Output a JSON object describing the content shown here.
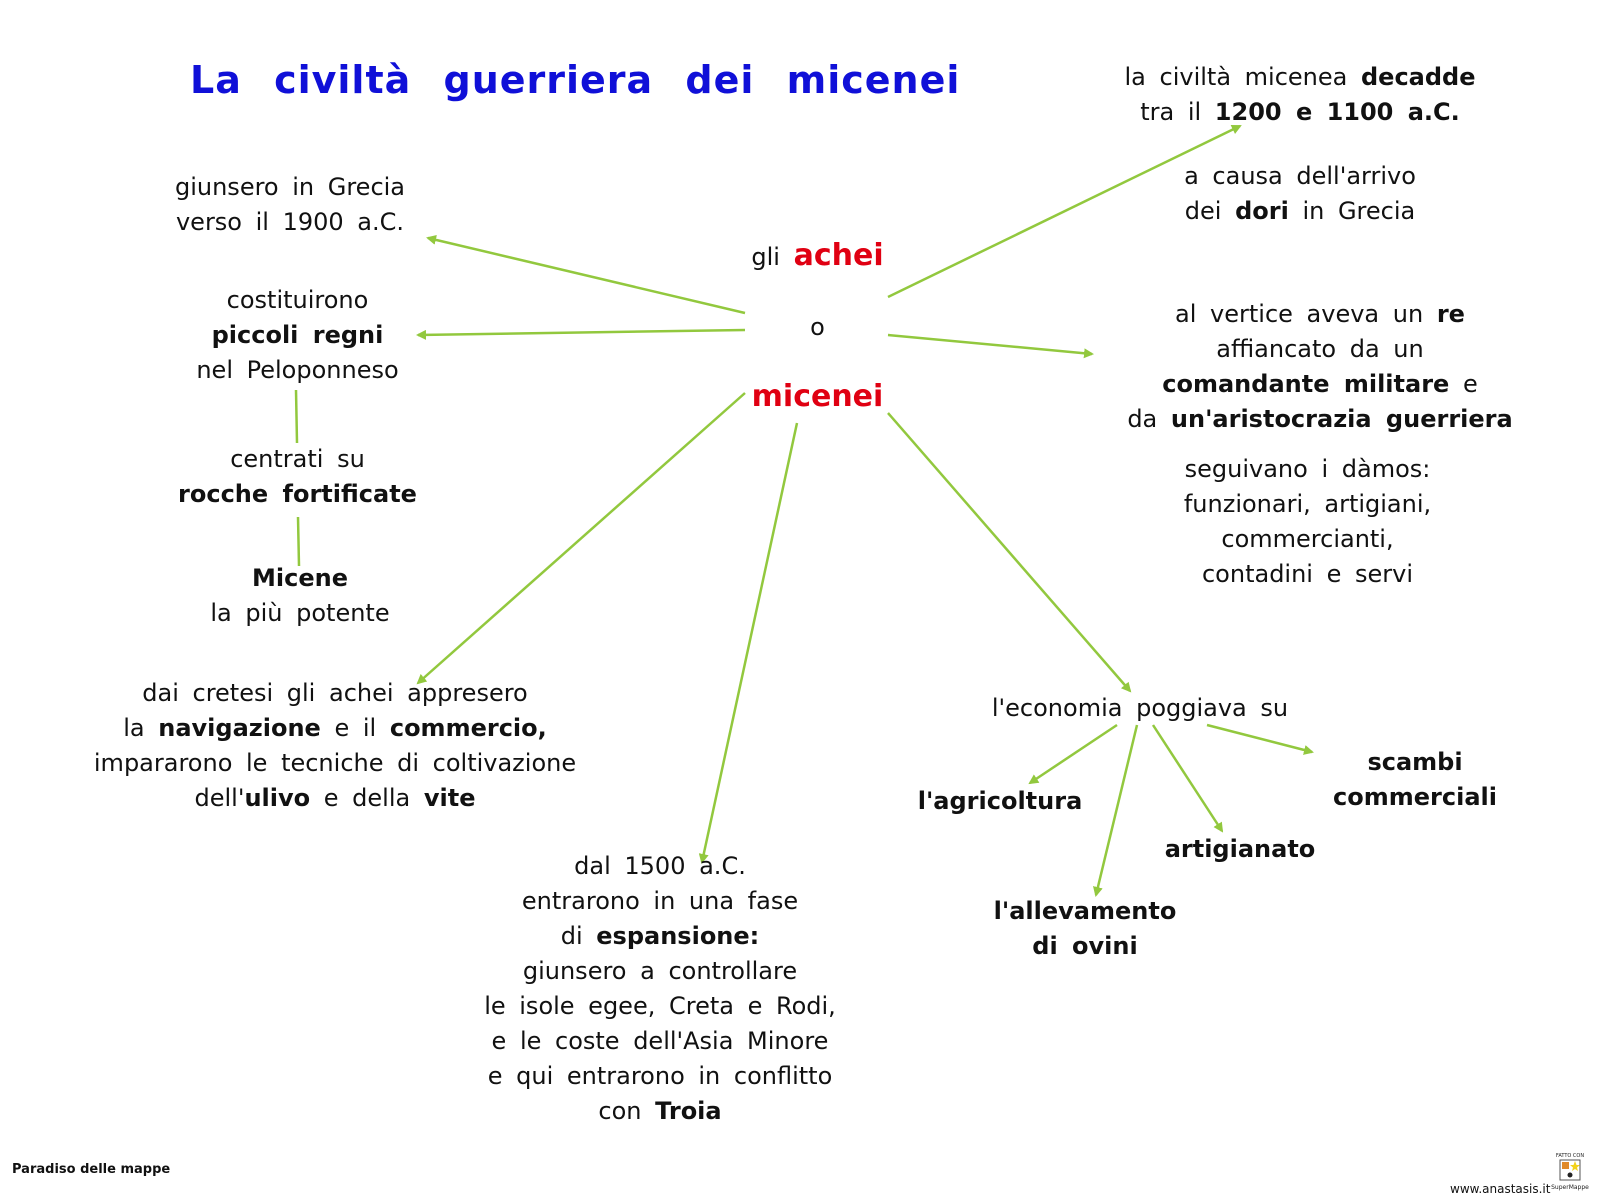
{
  "title": "La civiltà guerriera dei micenei",
  "center": {
    "prefix": "gli",
    "name1": "achei",
    "conj": "o",
    "name2": "micenei"
  },
  "nodes": {
    "arrival": {
      "lines": [
        "giunsero in Grecia",
        "verso il 1900 a.C."
      ]
    },
    "kingdoms": {
      "l1": "costituirono",
      "l2": "piccoli regni",
      "l3": "nel Peloponneso"
    },
    "fortresses": {
      "l1": "centrati su",
      "l2": "rocche fortificate"
    },
    "micene": {
      "l1": "Micene",
      "l2": "la più potente"
    },
    "crete": {
      "l1": "dai cretesi gli achei appresero",
      "l2a": "la",
      "l2b": "navigazione",
      "l2c": "e il",
      "l2d": "commercio,",
      "l3": "impararono le tecniche di coltivazione",
      "l4a": "dell'",
      "l4b": "ulivo",
      "l4c": "e della",
      "l4d": "vite"
    },
    "expansion": {
      "l1": "dal 1500 a.C.",
      "l2": "entrarono in una fase",
      "l3a": "di",
      "l3b": "espansione:",
      "l4": "giunsero a controllare",
      "l5": "le isole egee, Creta e Rodi,",
      "l6": "e le coste dell'Asia Minore",
      "l7": "e qui entrarono in conflitto",
      "l8a": "con",
      "l8b": "Troia"
    },
    "decline": {
      "l1a": "la civiltà micenea",
      "l1b": "decadde",
      "l2a": "tra il",
      "l2b": "1200 e 1100 a.C."
    },
    "dorians": {
      "l1": "a causa dell'arrivo",
      "l2a": "dei",
      "l2b": "dori",
      "l2c": "in Grecia"
    },
    "society": {
      "l1a": "al vertice aveva un",
      "l1b": "re",
      "l2": "affiancato da un",
      "l3a": "comandante militare",
      "l3b": "e",
      "l4a": "da",
      "l4b": "un'aristocrazia guerriera"
    },
    "damos": {
      "l1": "seguivano i dàmos:",
      "l2": "funzionari, artigiani,",
      "l3": "commercianti,",
      "l4": "contadini e servi"
    },
    "economy": {
      "label": "l'economia poggiava su"
    },
    "agriculture": {
      "label": "l'agricoltura"
    },
    "sheep": {
      "l1": "l'allevamento",
      "l2": "di ovini"
    },
    "crafts": {
      "label": "artigianato"
    },
    "trade": {
      "l1": "scambi",
      "l2": "commerciali"
    }
  },
  "footer": {
    "left": "Paradiso delle mappe",
    "right": "www.anastasis.it",
    "logo_top": "FATTO CON",
    "logo_bottom": "SuperMappe"
  },
  "colors": {
    "title": "#1010d8",
    "accent_red": "#e00012",
    "arrow_green": "#92c83e"
  }
}
